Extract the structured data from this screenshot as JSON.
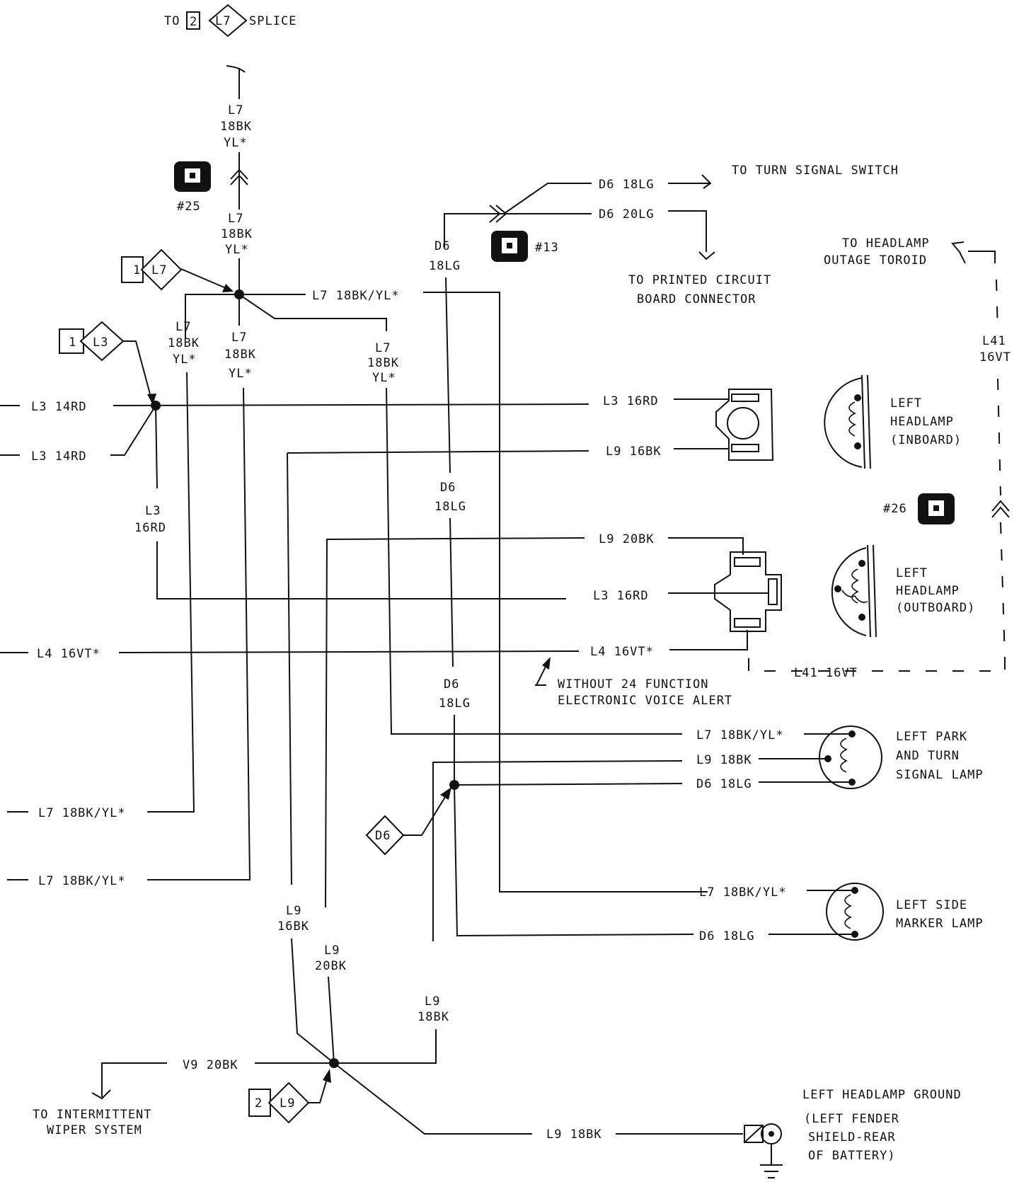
{
  "top": {
    "to_label": "TO",
    "splice_num": "2",
    "splice_code": "L7",
    "splice_label": "SPLICE"
  },
  "connectors": {
    "c25": "#25",
    "c13": "#13",
    "c26": "#26"
  },
  "wires": {
    "l7_top": [
      "L7",
      "18BK",
      "YL*"
    ],
    "l7_mid": [
      "L7",
      "18BK",
      "YL*"
    ],
    "l7_horiz": "L7 18BK/YL*",
    "l7_a": [
      "L7",
      "18BK",
      "YL*"
    ],
    "l7_b": [
      "L7",
      "18BK",
      "YL*"
    ],
    "l7_c": [
      "L7",
      "18BK",
      "YL*"
    ],
    "d6_18lg_top": "D6 18LG",
    "d6_20lg": "D6 20LG",
    "d6_v1": [
      "D6",
      "18LG"
    ],
    "d6_v2": [
      "D6",
      "18LG"
    ],
    "d6_v3": [
      "D6",
      "18LG"
    ],
    "l3_left_a": "L3 14RD",
    "l3_left_b": "L3 14RD",
    "l3_inb": "L3 16RD",
    "l9_inb": "L9 16BK",
    "l3_v": [
      "L3",
      "16RD"
    ],
    "l9_20bk": "L9 20BK",
    "l3_outb": "L3 16RD",
    "l4_left": "L4 16VT*",
    "l4_right": "L4 16VT*",
    "l41_v": [
      "L41",
      "16VT"
    ],
    "l41_h": "L41 16VT",
    "l7_park": "L7 18BK/YL*",
    "l9_park": "L9 18BK",
    "d6_park": "D6 18LG",
    "l7_left_a": "L7 18BK/YL*",
    "l7_left_b": "L7 18BK/YL*",
    "l7_side": "L7 18BK/YL*",
    "d6_side": "D6 18LG",
    "l9_v1": [
      "L9",
      "16BK"
    ],
    "l9_v2": [
      "L9",
      "20BK"
    ],
    "l9_v3": [
      "L9",
      "18BK"
    ],
    "v9": "V9 20BK",
    "l9_ground": "L9 18BK"
  },
  "splices": {
    "s1": {
      "num": "1",
      "code": "L7"
    },
    "s2": {
      "num": "1",
      "code": "L3"
    },
    "s3": {
      "code": "D6"
    },
    "s4": {
      "num": "2",
      "code": "L9"
    }
  },
  "labels": {
    "turn_signal": "TO TURN SIGNAL SWITCH",
    "pcb": [
      "TO PRINTED CIRCUIT",
      "BOARD CONNECTOR"
    ],
    "toroid": [
      "TO HEADLAMP",
      "OUTAGE TOROID"
    ],
    "headlamp_inboard": [
      "LEFT",
      "HEADLAMP",
      "(INBOARD)"
    ],
    "headlamp_outboard": [
      "LEFT",
      "HEADLAMP",
      "(OUTBOARD)"
    ],
    "without_24": [
      "WITHOUT 24 FUNCTION",
      "ELECTRONIC VOICE ALERT"
    ],
    "park_turn": [
      "LEFT PARK",
      "AND TURN",
      "SIGNAL LAMP"
    ],
    "side_marker": [
      "LEFT SIDE",
      "MARKER LAMP"
    ],
    "wiper": [
      "TO INTERMITTENT",
      "WIPER SYSTEM"
    ],
    "ground": [
      "LEFT HEADLAMP GROUND",
      "(LEFT FENDER",
      "SHIELD-REAR",
      "OF BATTERY)"
    ]
  }
}
